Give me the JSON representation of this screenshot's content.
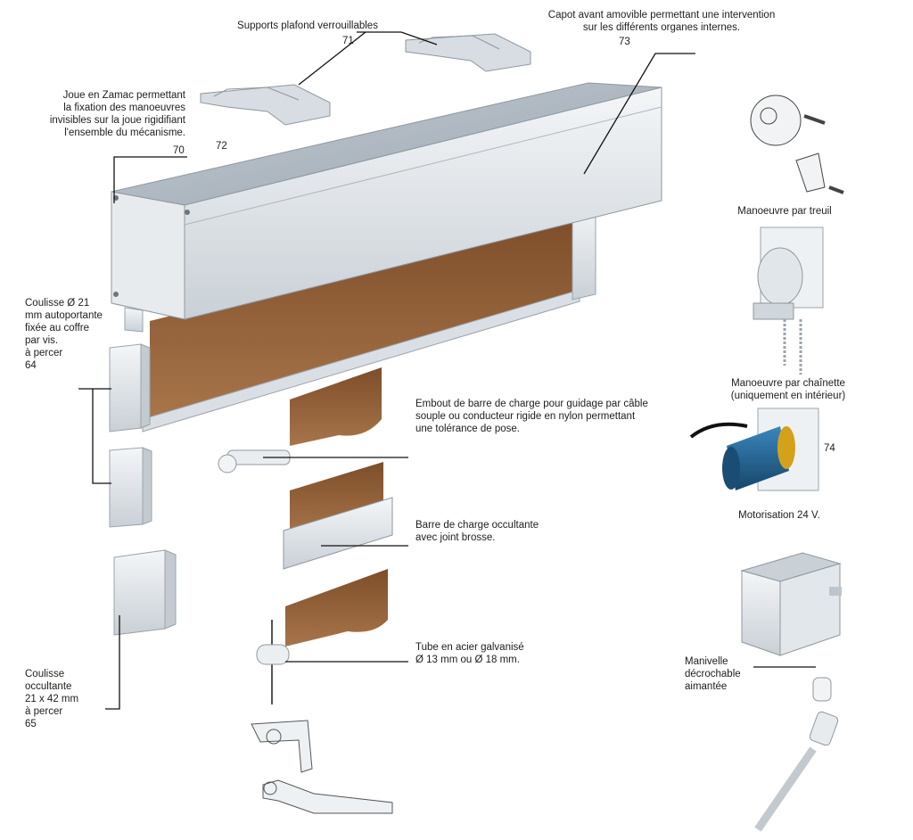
{
  "labels": {
    "supports": "Supports plafond verrouillables",
    "supports_num": "71",
    "capot": "Capot avant amovible permettant une intervention\nsur les différents organes internes.",
    "capot_num": "73",
    "joue": "Joue en Zamac permettant\nla fixation des manoeuvres\ninvisibles sur la joue rigidifiant\nl'ensemble du mécanisme.",
    "joue_num": "70",
    "coffre_num": "72",
    "coulisse21": "Coulisse Ø 21\nmm autoportante\nfixée au coffre\npar vis.\nà percer\n64",
    "coulisse_occ": "Coulisse\noccultante\n21 x 42 mm\nà percer\n65",
    "embout": "Embout de barre de charge pour guidage par câble\nsouple ou conducteur rigide en nylon permettant\nune tolérance de pose.",
    "barre": "Barre de charge occultante\navec joint brosse.",
    "tube": "Tube en acier galvanisé\nØ 13 mm ou Ø 18 mm.",
    "treuil": "Manoeuvre par treuil",
    "chainette": "Manoeuvre par chaînette\n(uniquement en intérieur)",
    "moto_num": "74",
    "moto": "Motorisation 24 V.",
    "manivelle": "Manivelle\ndécrochable\naimantée"
  },
  "colors": {
    "fabric": "#9a6638",
    "aluminium": "#dde3e8",
    "motor_blue": "#1f5e8c",
    "leader": "#111111"
  }
}
